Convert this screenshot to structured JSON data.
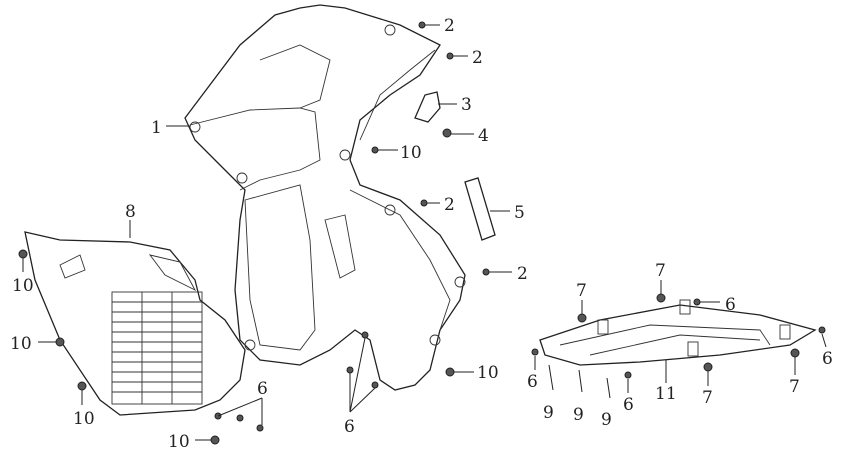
{
  "diagram": {
    "title": "Body cover exploded parts view",
    "callouts": [
      {
        "id": "c2a",
        "number": "2"
      },
      {
        "id": "c2b",
        "number": "2"
      },
      {
        "id": "c3",
        "number": "3"
      },
      {
        "id": "c4",
        "number": "4"
      },
      {
        "id": "c10a",
        "number": "10"
      },
      {
        "id": "c5",
        "number": "5"
      },
      {
        "id": "c2c",
        "number": "2"
      },
      {
        "id": "c2d",
        "number": "2"
      },
      {
        "id": "c1",
        "number": "1"
      },
      {
        "id": "c8",
        "number": "8"
      },
      {
        "id": "c10b",
        "number": "10"
      },
      {
        "id": "c10c",
        "number": "10"
      },
      {
        "id": "c10d",
        "number": "10"
      },
      {
        "id": "c10e",
        "number": "10"
      },
      {
        "id": "c6a",
        "number": "6"
      },
      {
        "id": "c6b",
        "number": "6"
      },
      {
        "id": "c10f",
        "number": "10"
      },
      {
        "id": "c7a",
        "number": "7"
      },
      {
        "id": "c7b",
        "number": "7"
      },
      {
        "id": "c6c",
        "number": "6"
      },
      {
        "id": "c6d",
        "number": "6"
      },
      {
        "id": "c6e",
        "number": "6"
      },
      {
        "id": "c6f",
        "number": "6"
      },
      {
        "id": "c9a",
        "number": "9"
      },
      {
        "id": "c9b",
        "number": "9"
      },
      {
        "id": "c9c",
        "number": "9"
      },
      {
        "id": "c11",
        "number": "11"
      },
      {
        "id": "c7c",
        "number": "7"
      },
      {
        "id": "c7d",
        "number": "7"
      }
    ]
  }
}
